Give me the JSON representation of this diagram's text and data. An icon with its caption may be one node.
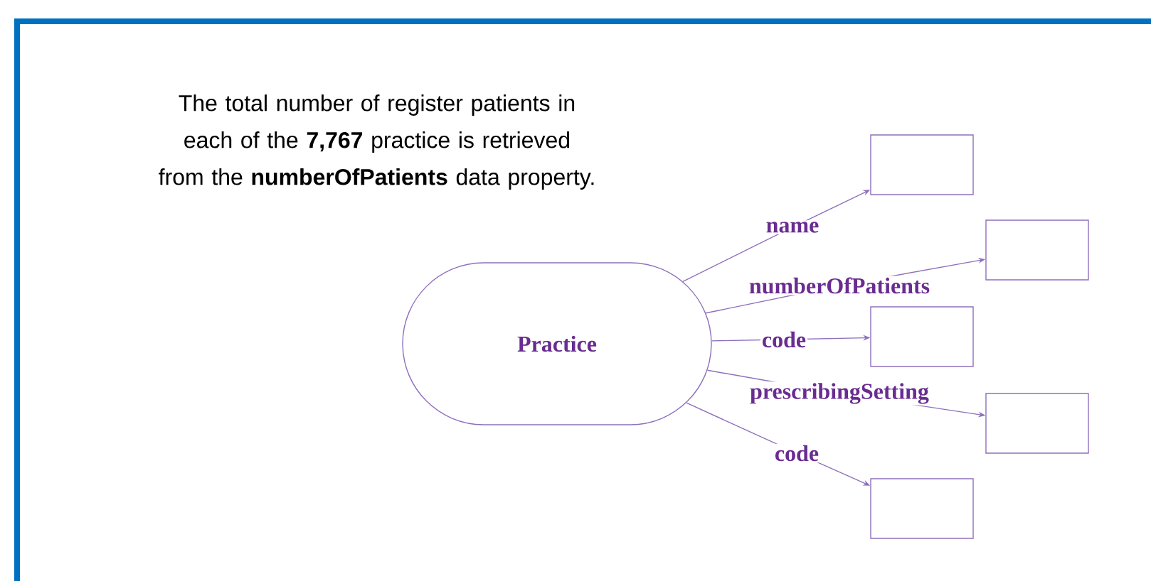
{
  "diagram": {
    "nodes": [
      {
        "text": [
          "Practice"
        ]
      },
      {
        "text": [],
        "shape": "box"
      },
      {
        "text": [],
        "shape": "box"
      },
      {
        "text": [],
        "shape": "box"
      },
      {
        "text": [],
        "shape": "box"
      },
      {
        "text": [],
        "shape": "box"
      }
    ],
    "edges": [
      {
        "from": 0,
        "to": 1,
        "arrow": "to",
        "label": "name"
      },
      {
        "from": 0,
        "to": 2,
        "arrow": "to",
        "label": "numberOfPatients"
      },
      {
        "from": 0,
        "to": 3,
        "arrow": "to",
        "label": "code"
      },
      {
        "from": 0,
        "to": 4,
        "arrow": "to",
        "label": "prescribingSetting"
      },
      {
        "from": 0,
        "to": 5,
        "arrow": "to",
        "label": "code"
      }
    ],
    "labels": [
      "The total number of register patients in each of the **7,767** practice is retrieved from the **numberOfPatients** data property."
    ]
  }
}
